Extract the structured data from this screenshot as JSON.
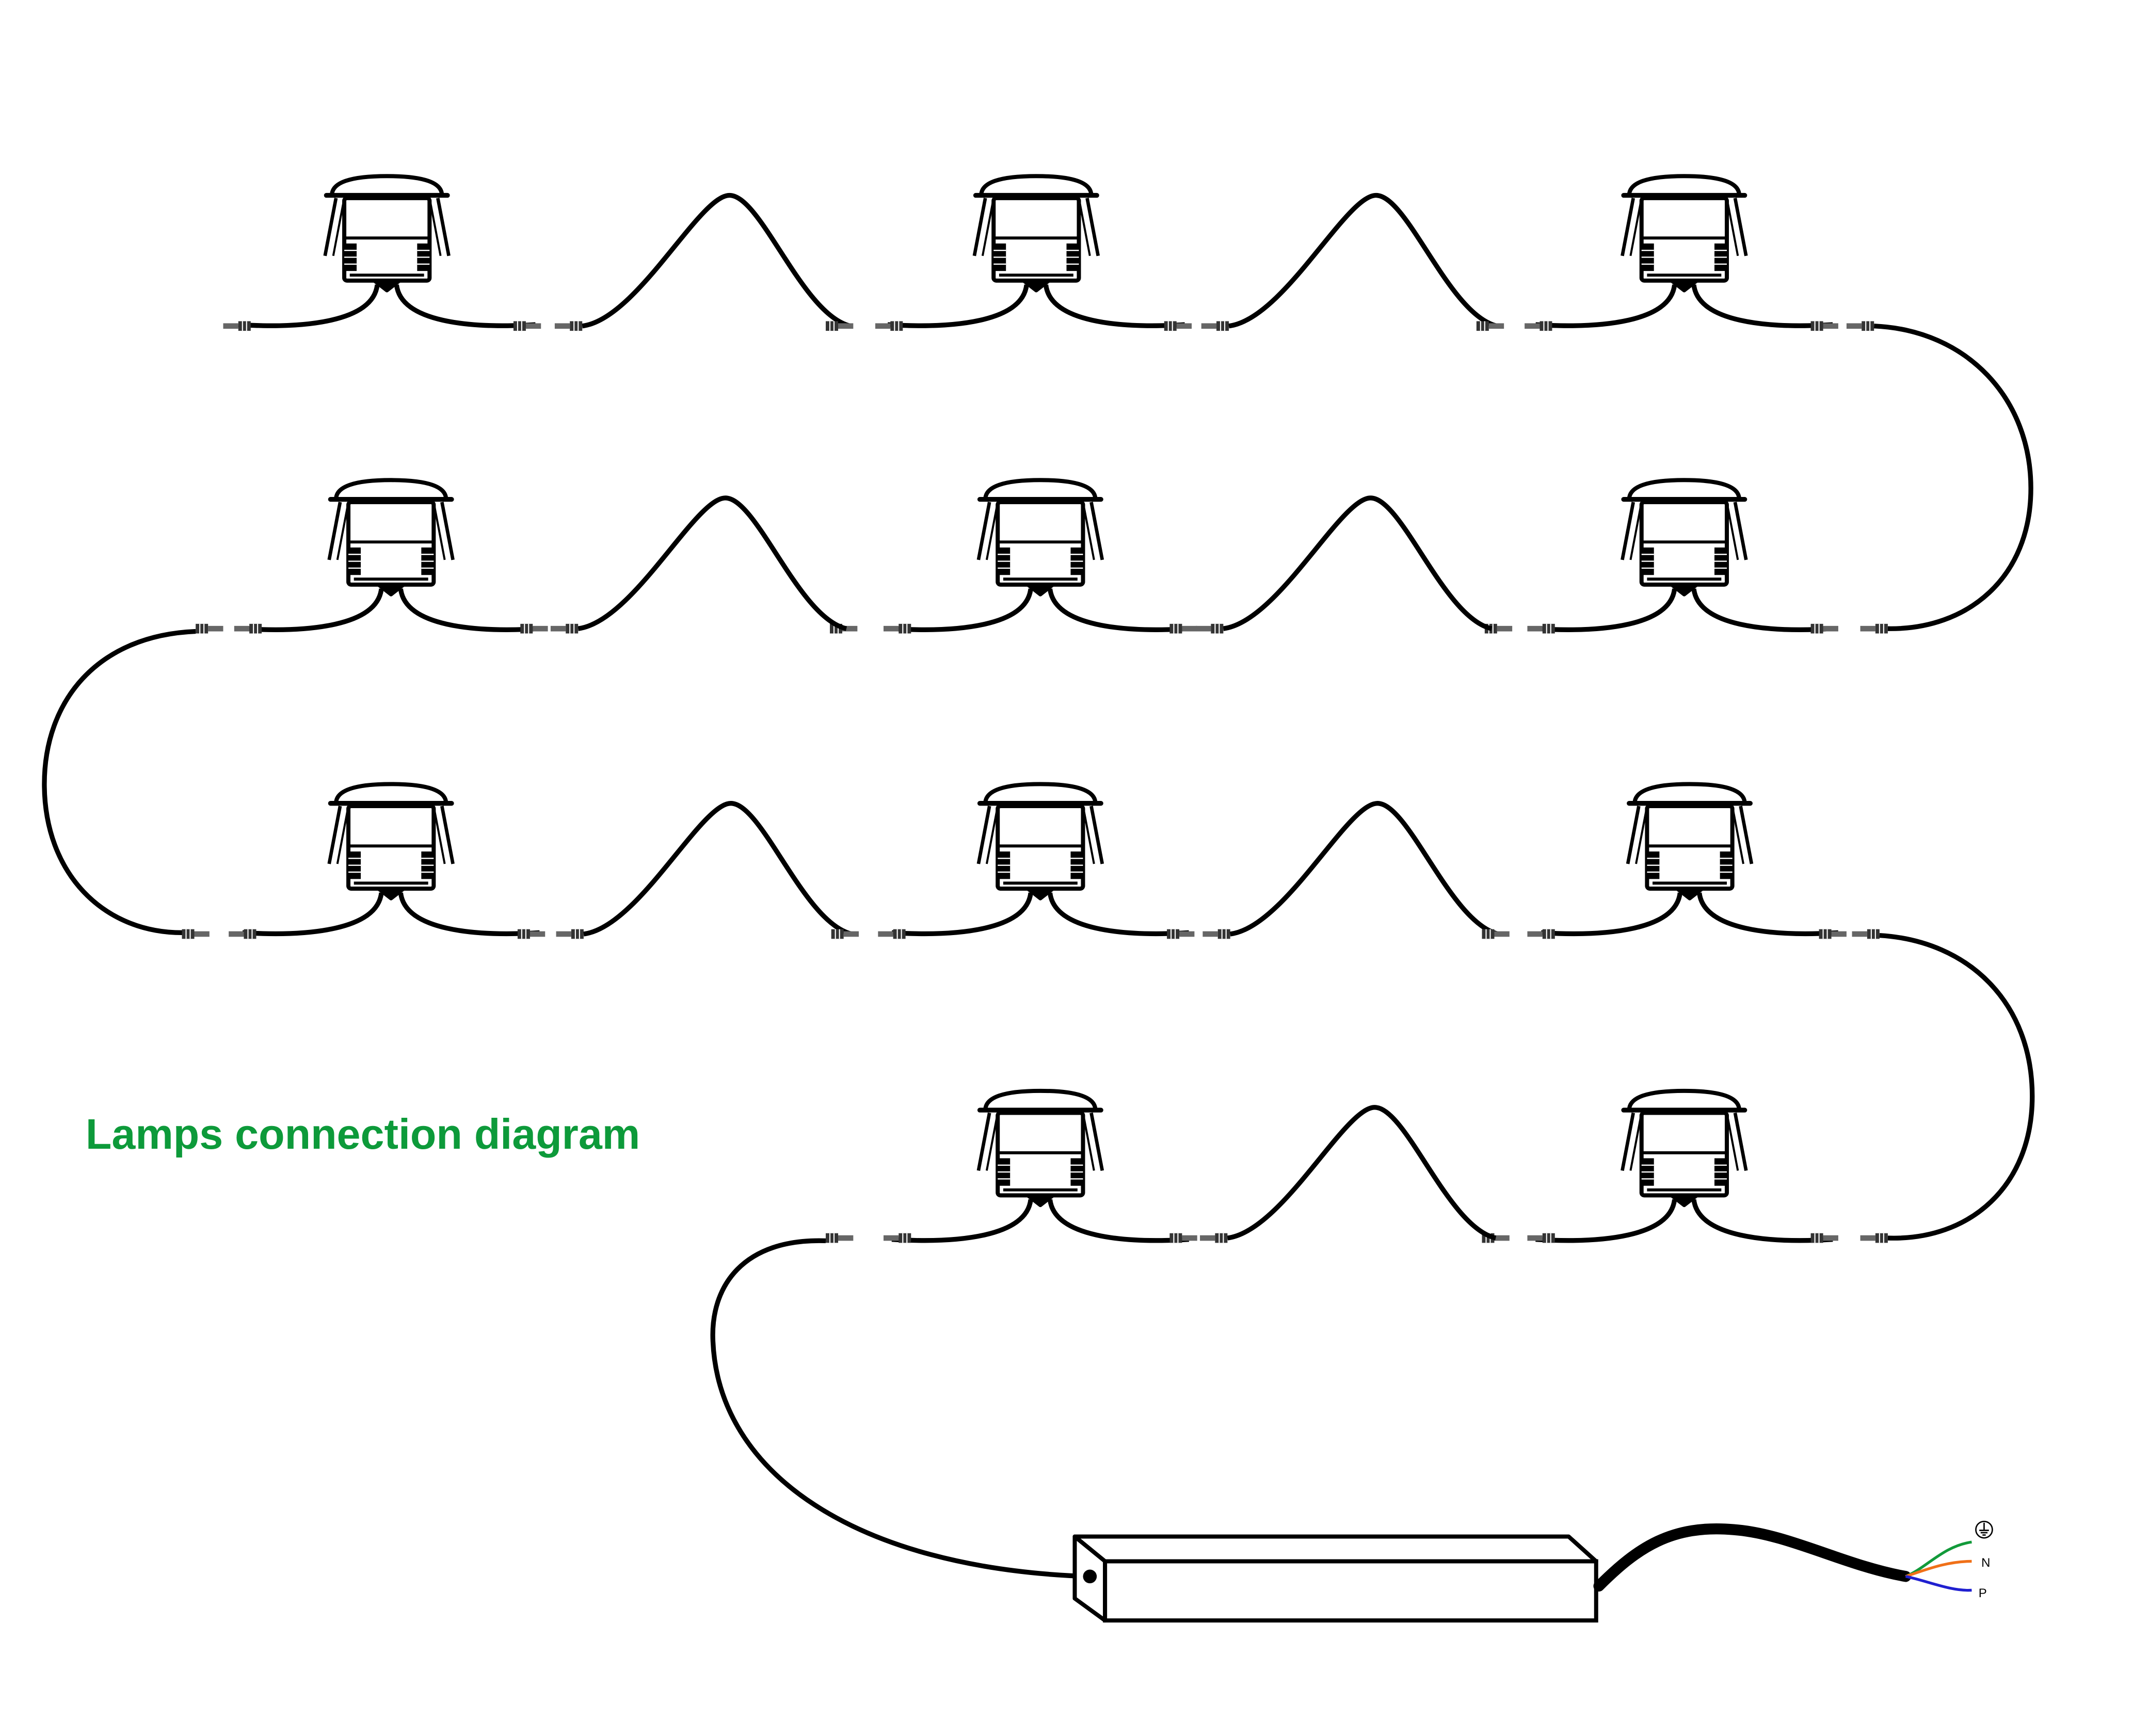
{
  "diagram": {
    "title": "Lamps connection diagram",
    "title_color": "#0d9a3a",
    "line_color": "#000000",
    "connector_color": "#444444",
    "lamp_count": 11,
    "earth_symbol": "earth-ground-icon",
    "wires": [
      {
        "label": "",
        "color": "#129a3a",
        "icon": "earth-ground-icon"
      },
      {
        "label": "N",
        "color": "#f07018",
        "icon": ""
      },
      {
        "label": "P",
        "color": "#2020d0",
        "icon": ""
      }
    ]
  }
}
